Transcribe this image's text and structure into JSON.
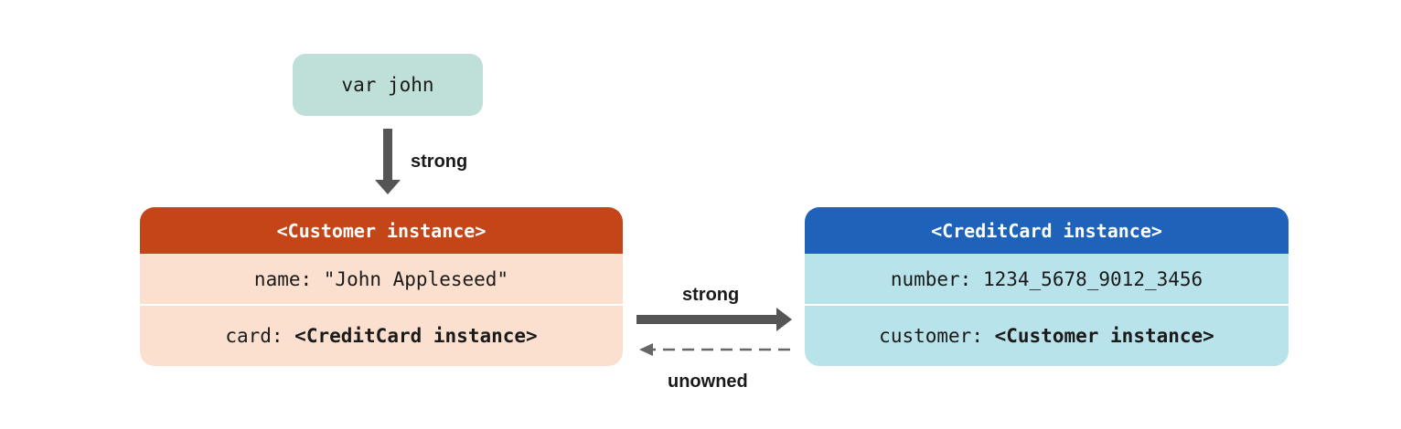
{
  "variable": {
    "label": "var john"
  },
  "customer_instance": {
    "title": "<Customer instance>",
    "name_key": "name: ",
    "name_value": "\"John Appleseed\"",
    "card_key": "card: ",
    "card_value": "<CreditCard instance>",
    "header_color": "#c44518",
    "body_color": "#fbe0d0"
  },
  "creditcard_instance": {
    "title": "<CreditCard instance>",
    "number_key": "number: ",
    "number_value": "1234_5678_9012_3456",
    "customer_key": "customer: ",
    "customer_value": "<Customer instance>",
    "header_color": "#1e63b9",
    "body_color": "#b9e3ea"
  },
  "edges": {
    "john_to_customer": "strong",
    "customer_to_card": "strong",
    "card_to_customer": "unowned"
  }
}
